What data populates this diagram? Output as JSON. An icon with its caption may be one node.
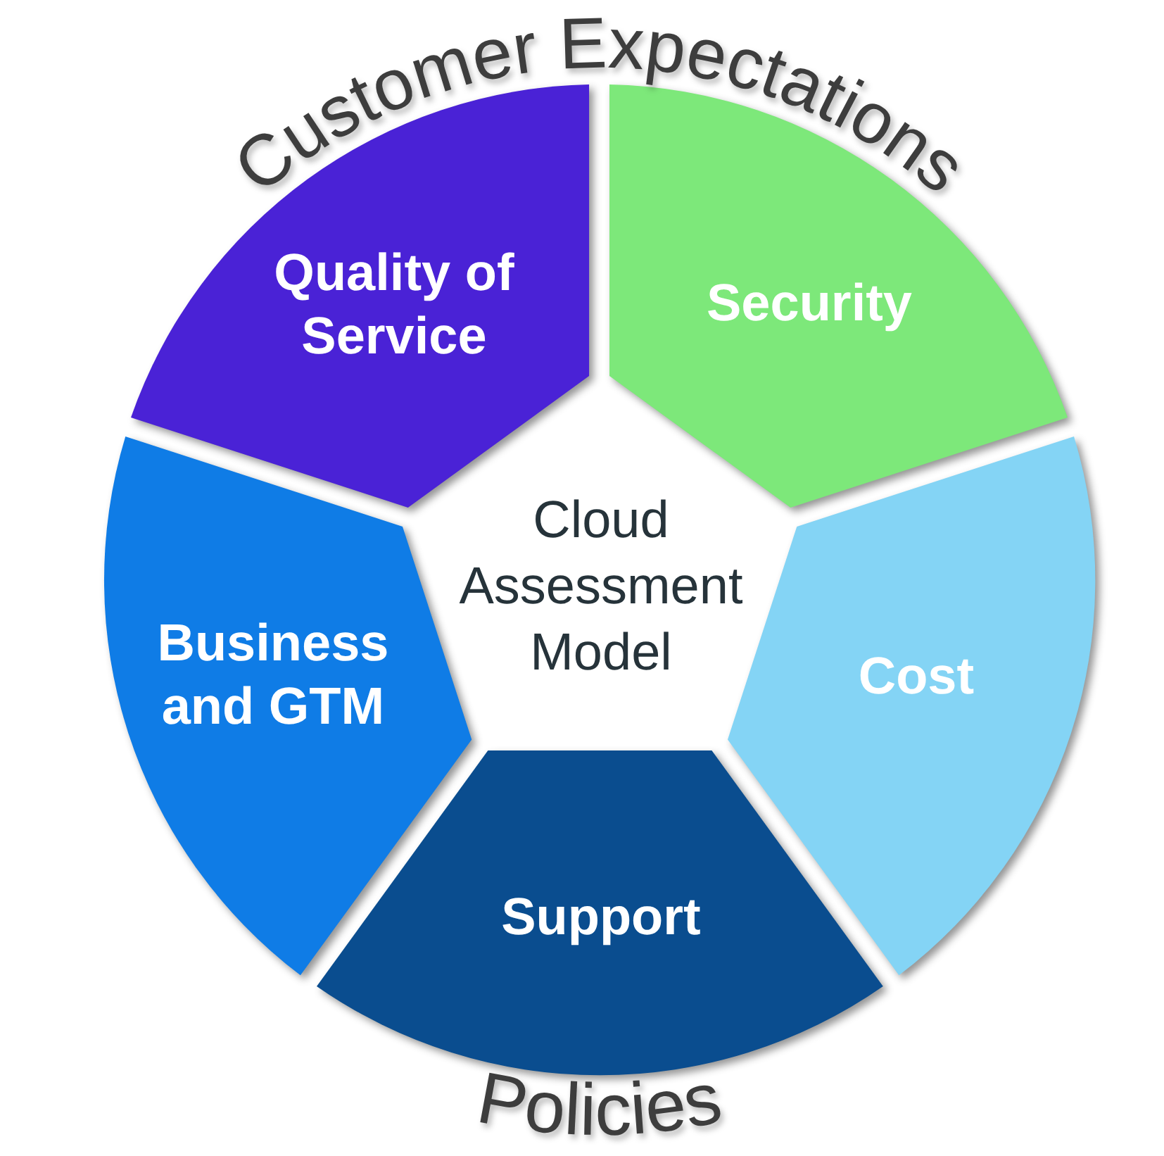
{
  "diagram": {
    "nodes": [
      {
        "text": [
          "Quality of Service"
        ]
      },
      {
        "text": [
          "Security"
        ]
      },
      {
        "text": [
          "Cloud Assessment Model"
        ]
      },
      {
        "text": [
          "Business and GTM"
        ]
      },
      {
        "text": [
          "Cost"
        ]
      },
      {
        "text": [
          "Support"
        ]
      }
    ],
    "labels": [
      "Customer Expectations",
      "Policies"
    ]
  }
}
